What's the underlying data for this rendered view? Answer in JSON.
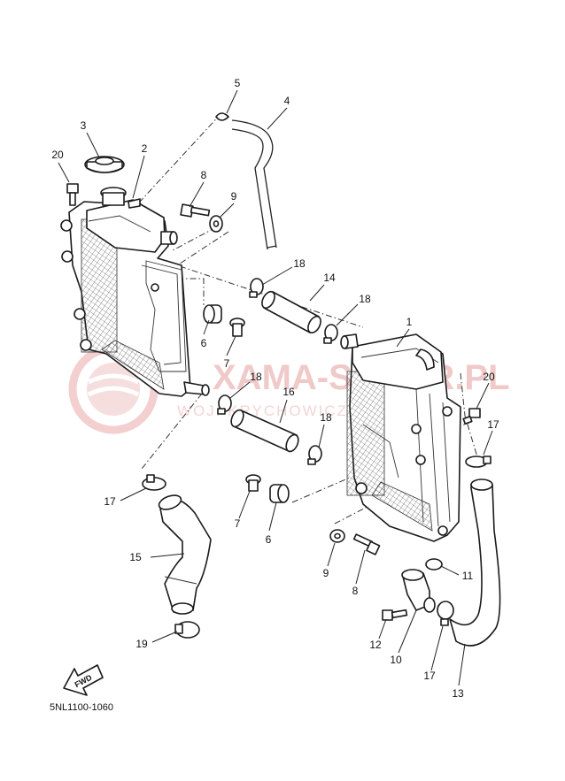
{
  "diagram": {
    "callouts": [
      {
        "id": "c1",
        "label": "1"
      },
      {
        "id": "c2",
        "label": "2"
      },
      {
        "id": "c3",
        "label": "3"
      },
      {
        "id": "c4",
        "label": "4"
      },
      {
        "id": "c5",
        "label": "5"
      },
      {
        "id": "c6a",
        "label": "6"
      },
      {
        "id": "c6b",
        "label": "6"
      },
      {
        "id": "c7a",
        "label": "7"
      },
      {
        "id": "c7b",
        "label": "7"
      },
      {
        "id": "c8a",
        "label": "8"
      },
      {
        "id": "c8b",
        "label": "8"
      },
      {
        "id": "c9a",
        "label": "9"
      },
      {
        "id": "c9b",
        "label": "9"
      },
      {
        "id": "c10",
        "label": "10"
      },
      {
        "id": "c11",
        "label": "11"
      },
      {
        "id": "c12",
        "label": "12"
      },
      {
        "id": "c13",
        "label": "13"
      },
      {
        "id": "c14",
        "label": "14"
      },
      {
        "id": "c15",
        "label": "15"
      },
      {
        "id": "c16",
        "label": "16"
      },
      {
        "id": "c17a",
        "label": "17"
      },
      {
        "id": "c17b",
        "label": "17"
      },
      {
        "id": "c17c",
        "label": "17"
      },
      {
        "id": "c18a",
        "label": "18"
      },
      {
        "id": "c18b",
        "label": "18"
      },
      {
        "id": "c18c",
        "label": "18"
      },
      {
        "id": "c18d",
        "label": "18"
      },
      {
        "id": "c19",
        "label": "19"
      },
      {
        "id": "c20a",
        "label": "20"
      },
      {
        "id": "c20b",
        "label": "20"
      }
    ],
    "fwd_label": "FWD",
    "diagram_code": "5NL1100-1060",
    "watermark": {
      "main": "XAMA-SILLER.PL",
      "sub": "WOJ. KRYCHOWICZ MAMA"
    }
  }
}
